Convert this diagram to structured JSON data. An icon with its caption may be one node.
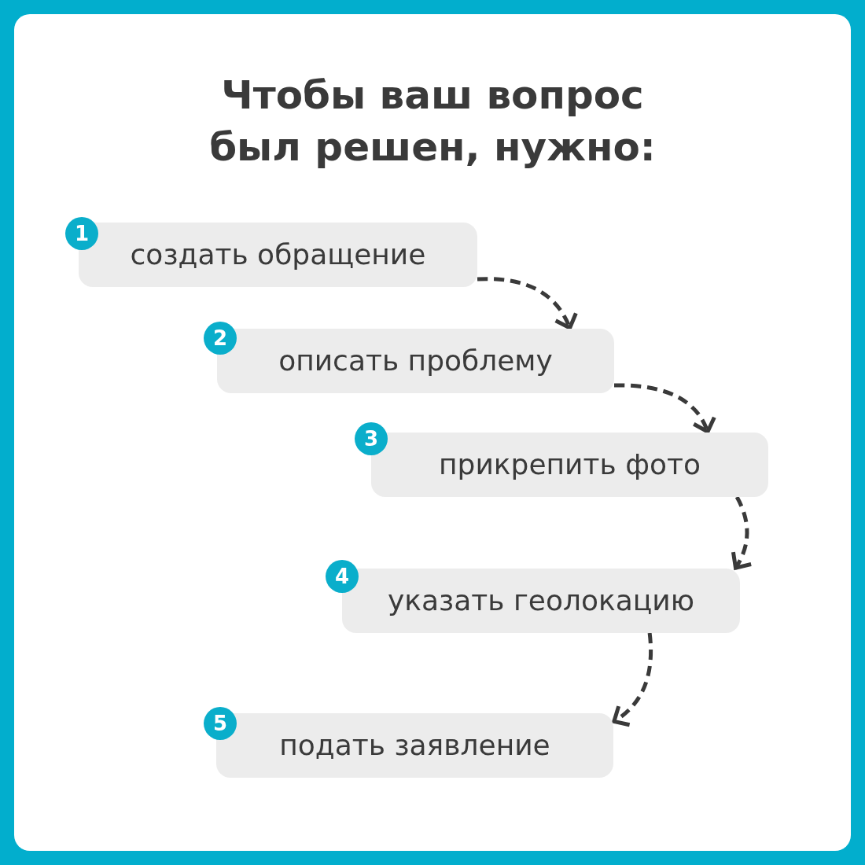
{
  "diagram": {
    "title": "Чтобы ваш вопрос был решен, нужно:",
    "nodes": [
      {
        "text": [
          "1"
        ]
      },
      {
        "text": [
          "создать обращение"
        ]
      },
      {
        "text": [
          "2"
        ]
      },
      {
        "text": [
          "описать проблему"
        ]
      },
      {
        "text": [
          "3"
        ]
      },
      {
        "text": [
          "прикрепить фото"
        ]
      },
      {
        "text": [
          "4"
        ]
      },
      {
        "text": [
          "указать геолокацию"
        ]
      },
      {
        "text": [
          "5"
        ]
      },
      {
        "text": [
          "подать заявление"
        ]
      }
    ],
    "edges": [
      {
        "from": 1,
        "to": 3,
        "arrow": "to",
        "style": "dashed"
      },
      {
        "from": 3,
        "to": 5,
        "arrow": "to",
        "style": "dashed"
      },
      {
        "from": 5,
        "to": 7,
        "arrow": "to",
        "style": "dashed"
      },
      {
        "from": 7,
        "to": 9,
        "arrow": "to",
        "style": "dashed"
      }
    ]
  }
}
